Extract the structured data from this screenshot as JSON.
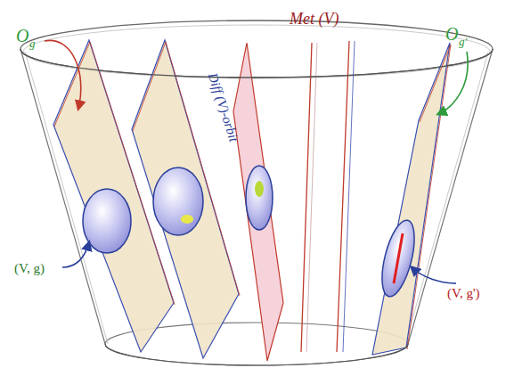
{
  "diagram": {
    "labels": [
      "Met (V)",
      "O",
      "g",
      "O",
      "g'",
      "Diff (V)-orbit",
      "(V, g)",
      "(V, g')"
    ]
  }
}
